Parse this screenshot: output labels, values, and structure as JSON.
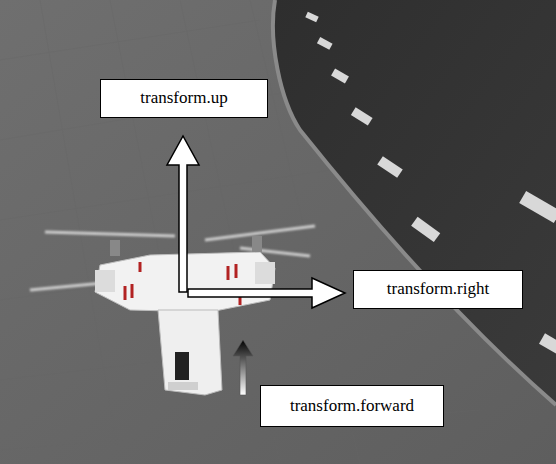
{
  "diagram": {
    "nodes": [
      {
        "text": [
          "transform.up"
        ]
      },
      {
        "text": [
          "transform.right"
        ]
      },
      {
        "text": [
          "transform.forward"
        ]
      }
    ]
  }
}
